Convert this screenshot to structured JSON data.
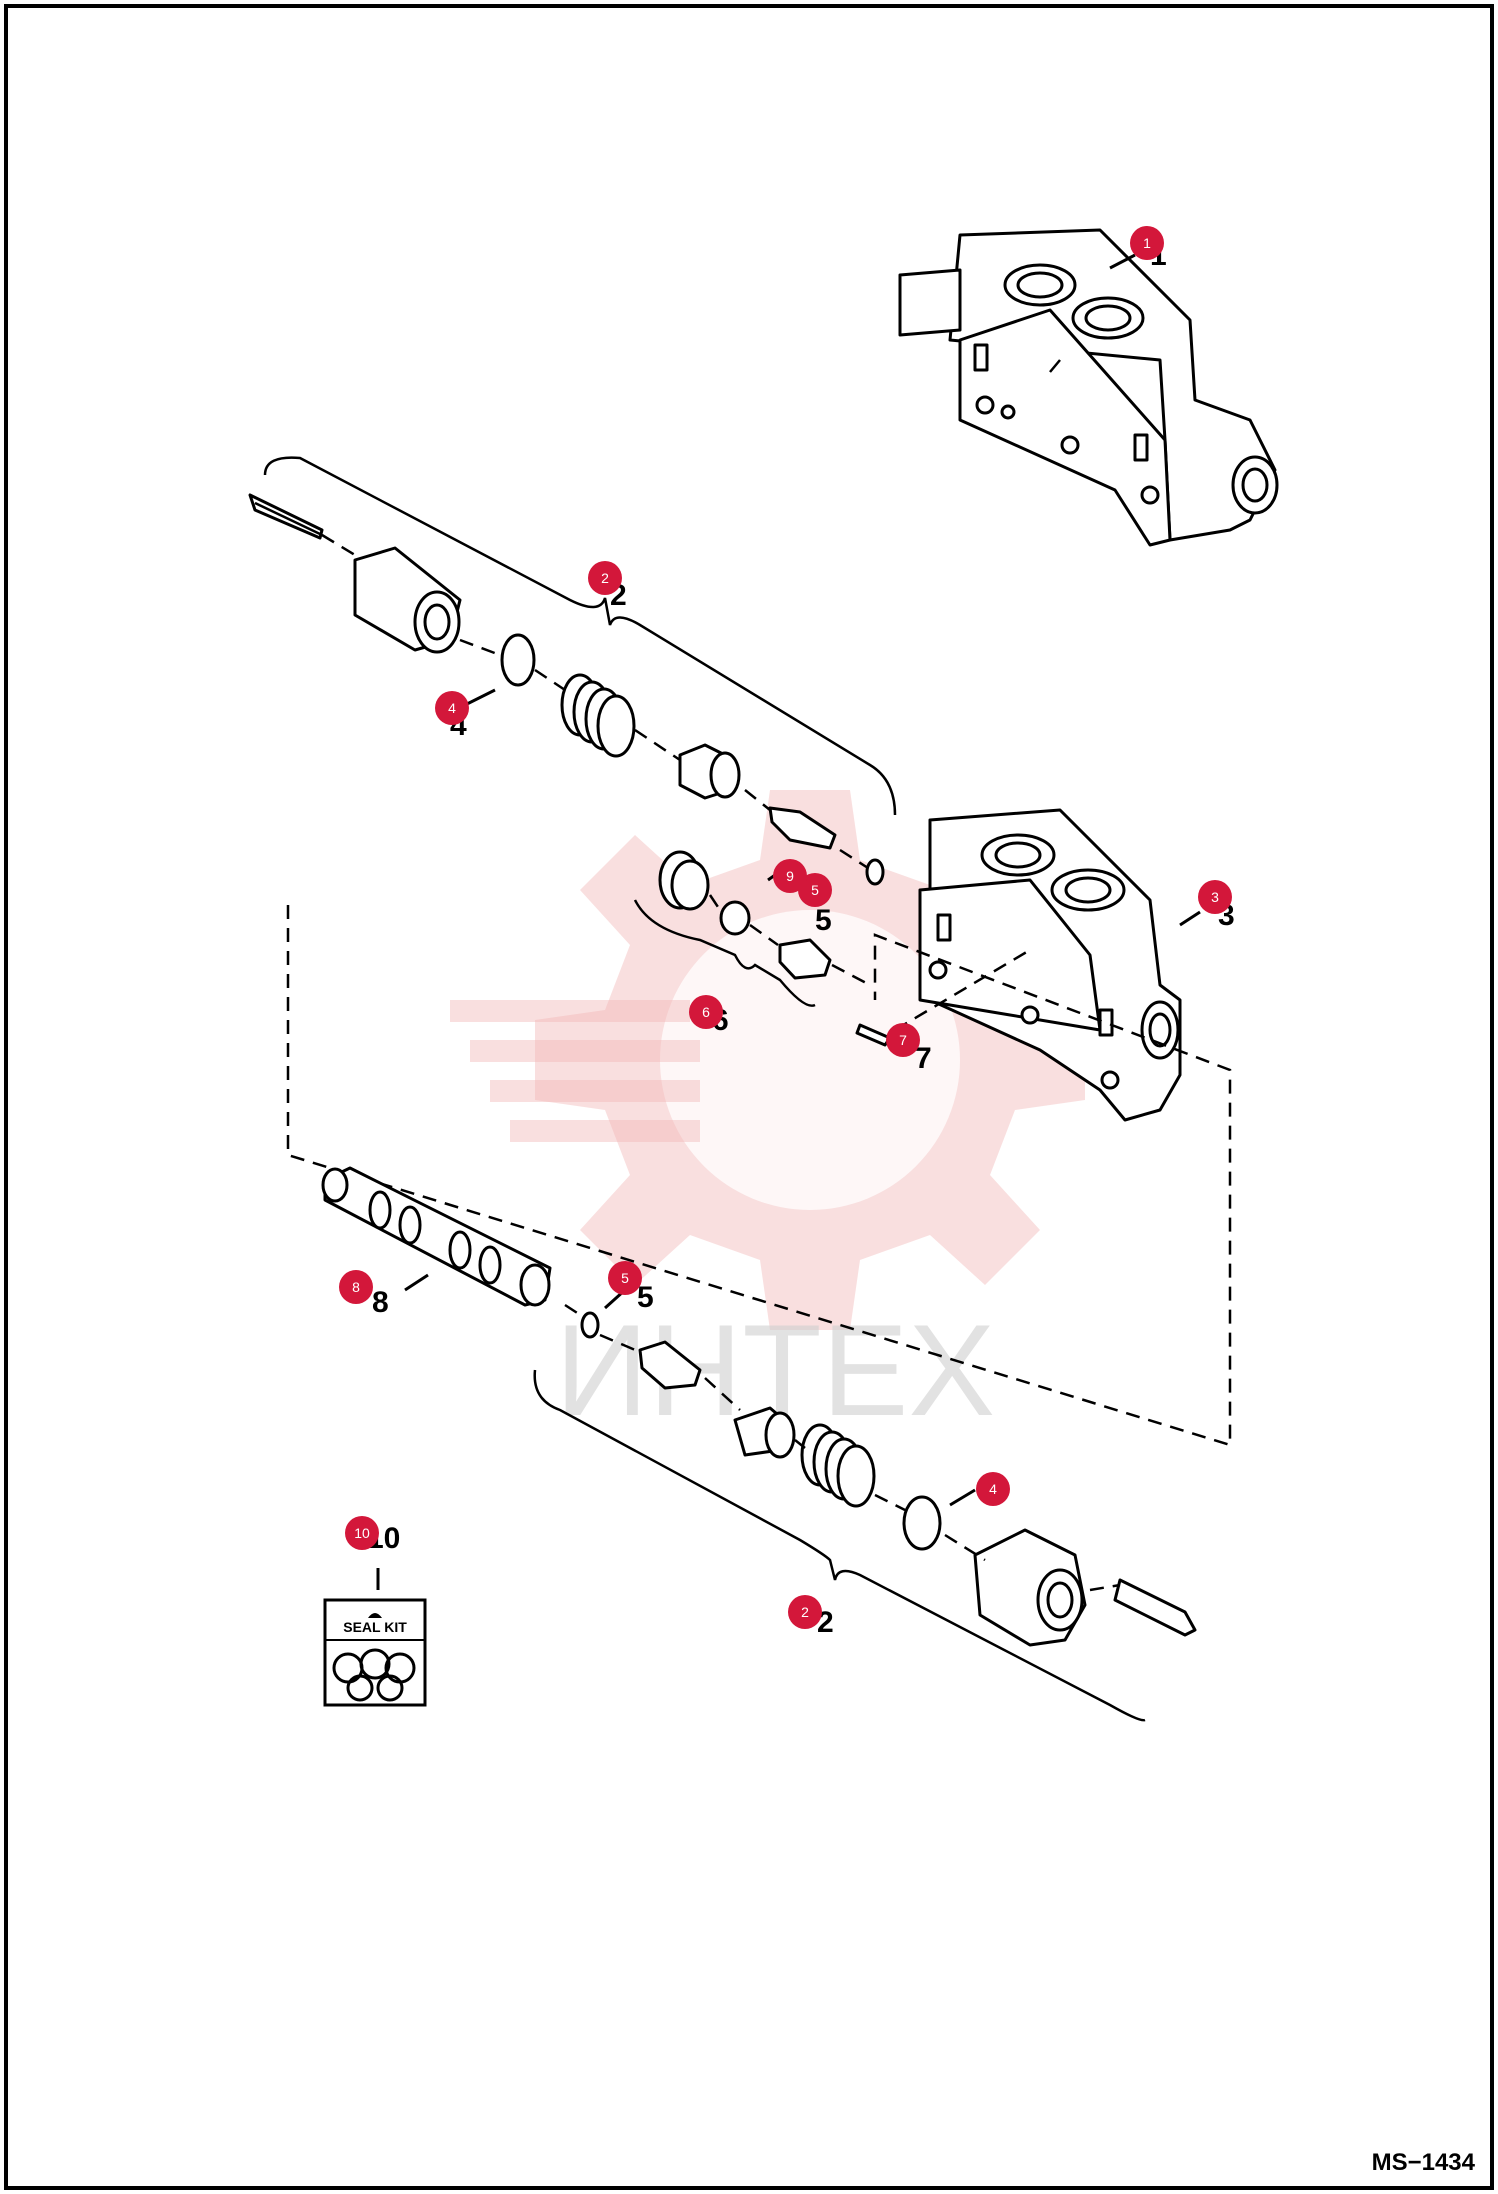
{
  "drawing_code": "MS−1434",
  "watermark_text": "ИНТЕХ",
  "seal_kit_label": "SEAL KIT",
  "callouts": [
    {
      "id": "c1",
      "label": "1"
    },
    {
      "id": "c2a",
      "label": "2"
    },
    {
      "id": "c3",
      "label": "3"
    },
    {
      "id": "c4a",
      "label": "4"
    },
    {
      "id": "c5a",
      "label": "5"
    },
    {
      "id": "c6",
      "label": "6"
    },
    {
      "id": "c7",
      "label": "7"
    },
    {
      "id": "c8",
      "label": "8"
    },
    {
      "id": "c9",
      "label": "9"
    },
    {
      "id": "c5b",
      "label": "5"
    },
    {
      "id": "c4b",
      "label": "4"
    },
    {
      "id": "c2b",
      "label": "2"
    },
    {
      "id": "c10",
      "label": "10"
    }
  ],
  "printed_numbers": {
    "n2a": "2",
    "n3": "3",
    "n4a": "4",
    "n5a": "5",
    "n7": "7",
    "n8": "8",
    "n5b": "5",
    "n2b": "2",
    "n10": "10",
    "n1": "1",
    "n6": "6"
  },
  "colors": {
    "callout": "#d3173a",
    "watermark": "#f2b9b9",
    "line": "#000000"
  }
}
